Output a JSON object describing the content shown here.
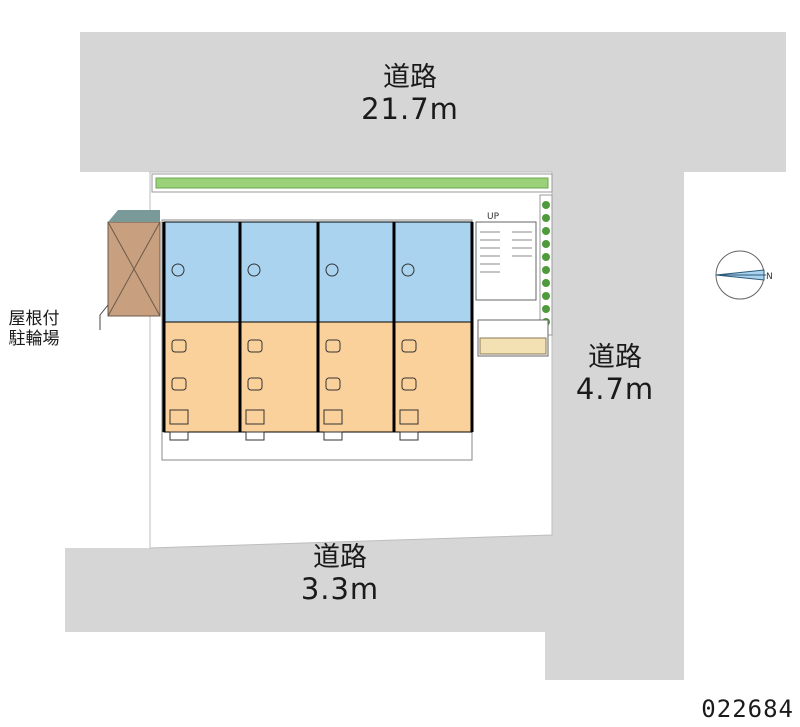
{
  "roads": [
    {
      "name": "道路",
      "width": "21.7m"
    },
    {
      "name": "道路",
      "width": "4.7m"
    },
    {
      "name": "道路",
      "width": "3.3m"
    }
  ],
  "bicycle_parking_label": [
    "屋根付",
    "駐輪場"
  ],
  "stairs_label": "UP",
  "compass_label": "N",
  "property_code": "022684",
  "units_count": 4,
  "colors": {
    "road": "#d6d6d6",
    "water_area": "#a9d3ef",
    "room_area": "#fbd19b",
    "bike_parking": "#c89f7f",
    "hedge": "#7fc15d"
  }
}
